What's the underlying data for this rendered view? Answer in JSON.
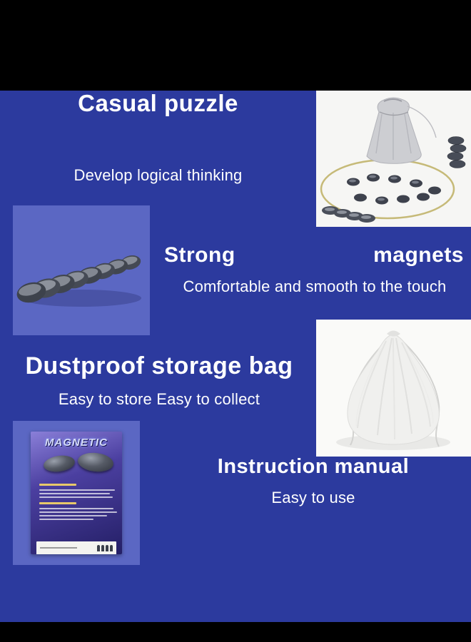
{
  "canvas": {
    "letterbox_color": "#000000",
    "background_color": "#2c3a9e",
    "panel_color": "#5b67c3",
    "photo_background": "#f6f6f4",
    "text_color": "#ffffff"
  },
  "sections": {
    "casual_puzzle": {
      "title": "Casual puzzle",
      "subtitle": "Develop logical thinking"
    },
    "strong_magnets": {
      "word_left": "Strong",
      "word_right": "magnets",
      "subtitle": "Comfortable and smooth to the touch"
    },
    "storage_bag": {
      "title": "Dustproof storage bag",
      "subtitle": "Easy to store Easy to collect"
    },
    "instruction_manual": {
      "title": "Instruction manual",
      "subtitle": "Easy to use"
    }
  },
  "manual_card": {
    "brand": "MAGNETIC"
  }
}
